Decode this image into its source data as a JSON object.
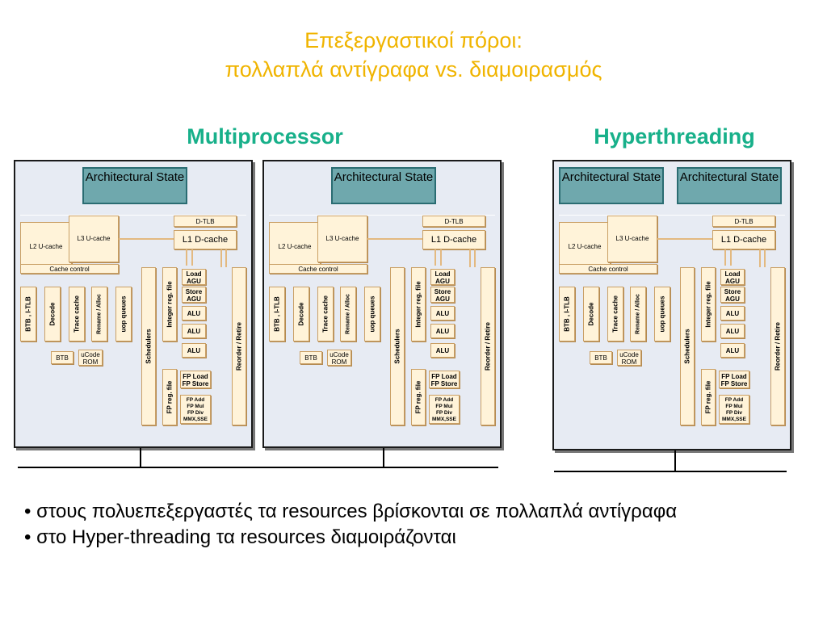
{
  "slide": {
    "title_line1": "Επεξεργαστικοί πόροι:",
    "title_line2": "πολλαπλά αντίγραφα vs. διαμοιρασμός"
  },
  "headings": {
    "left": "Multiprocessor",
    "right": "Hyperthreading"
  },
  "diagram": {
    "arch_state": "Architectural State",
    "d_tlb": "D-TLB",
    "l1_dcache": "L1 D-cache",
    "l2_ucache": "L2 U-cache",
    "l3_ucache": "L3 U-cache",
    "cache_control": "Cache control",
    "btb_itlb": "BTB , I-TLB",
    "decode": "Decode",
    "trace_cache": "Trace cache",
    "rename_alloc": "Rename / Alloc",
    "uop_queues": "uop queues",
    "schedulers": "Schedulers",
    "integer_reg_file": "Integer reg. file",
    "fp_reg_file": "FP reg. file",
    "reorder_retire": "Reorder / Retire",
    "load_agu_1": "Load",
    "load_agu_2": "AGU",
    "store_agu_1": "Store",
    "store_agu_2": "AGU",
    "alu": "ALU",
    "btb": "BTB",
    "ucode_rom_1": "uCode",
    "ucode_rom_2": "ROM",
    "fp_load": "FP Load",
    "fp_store": "FP Store",
    "fp_add": "FP Add",
    "fp_mul": "FP Mul",
    "fp_div": "FP Div",
    "mmx_sse": "MMX,SSE"
  },
  "bullets": [
    "• στους πολυεπεξεργαστές τα resources βρίσκονται σε πολλαπλά αντίγραφα",
    "• στο Hyper-threading τα resources διαμοιράζονται"
  ]
}
